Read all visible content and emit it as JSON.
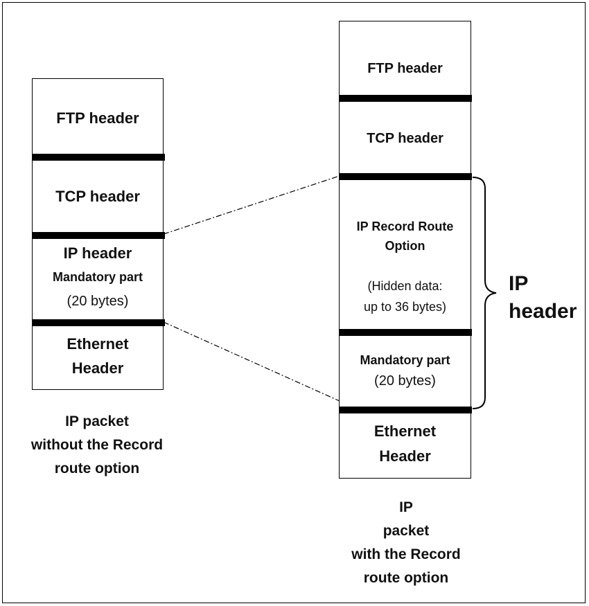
{
  "left_packet": {
    "ftp": "FTP header",
    "tcp": "TCP header",
    "ip_title": "IP header",
    "ip_mandatory": "Mandatory part",
    "ip_size": "(20 bytes)",
    "eth_line1": "Ethernet",
    "eth_line2": "Header",
    "caption": [
      "IP packet",
      "without the Record",
      "route option"
    ]
  },
  "right_packet": {
    "ftp": "FTP header",
    "tcp": "TCP header",
    "rr_line1": "IP Record Route",
    "rr_line2": "Option",
    "hidden_line1": "(Hidden data:",
    "hidden_line2": "up to 36 bytes)",
    "mandatory": "Mandatory part",
    "mandatory_size": "(20 bytes)",
    "eth_line1": "Ethernet",
    "eth_line2": "Header",
    "caption": [
      "IP",
      "packet",
      "with the Record",
      "route option"
    ]
  },
  "brace_label": [
    "IP",
    "header"
  ]
}
